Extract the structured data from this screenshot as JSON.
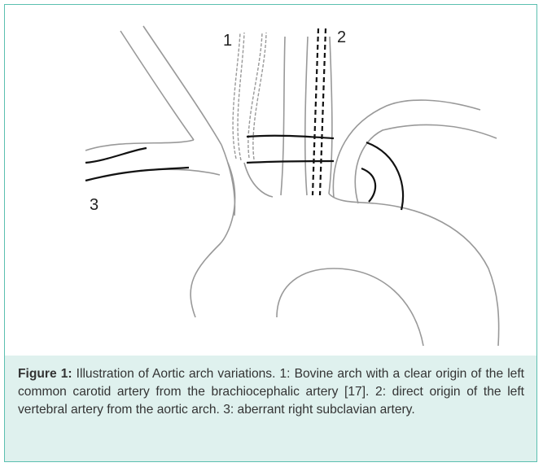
{
  "diagram": {
    "labels": [
      "1",
      "2",
      "3"
    ],
    "colors": {
      "vessel": "#999999",
      "variation": "#111111",
      "border": "#5bbfb0",
      "caption_bg": "#dff1ee"
    }
  },
  "caption": {
    "label": "Figure 1:",
    "text": " Illustration of Aortic arch variations. 1: Bovine arch with a clear origin of the left common carotid artery from the brachiocephalic artery [17]. 2: direct origin of the left vertebral artery from the aortic arch. 3: aberrant right subclavian artery."
  }
}
